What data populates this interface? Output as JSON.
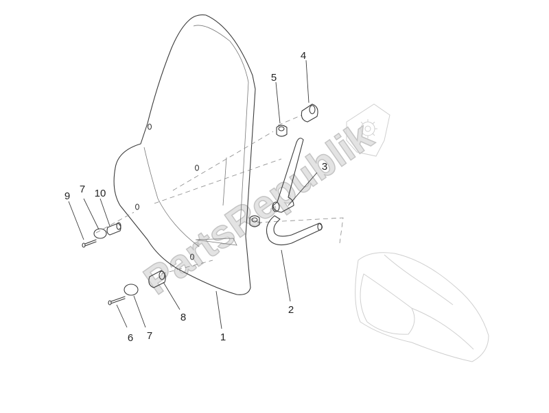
{
  "watermark": {
    "text": "PartsRepublik"
  },
  "callouts": [
    {
      "id": "c1",
      "label": "1"
    },
    {
      "id": "c2",
      "label": "2"
    },
    {
      "id": "c3",
      "label": "3"
    },
    {
      "id": "c4",
      "label": "4"
    },
    {
      "id": "c5",
      "label": "5"
    },
    {
      "id": "c6",
      "label": "6"
    },
    {
      "id": "c7a",
      "label": "7"
    },
    {
      "id": "c7b",
      "label": "7"
    },
    {
      "id": "c8",
      "label": "8"
    },
    {
      "id": "c9",
      "label": "9"
    },
    {
      "id": "c10",
      "label": "10"
    }
  ],
  "icons": {
    "watermark_logo": "gear-in-flag-icon"
  }
}
